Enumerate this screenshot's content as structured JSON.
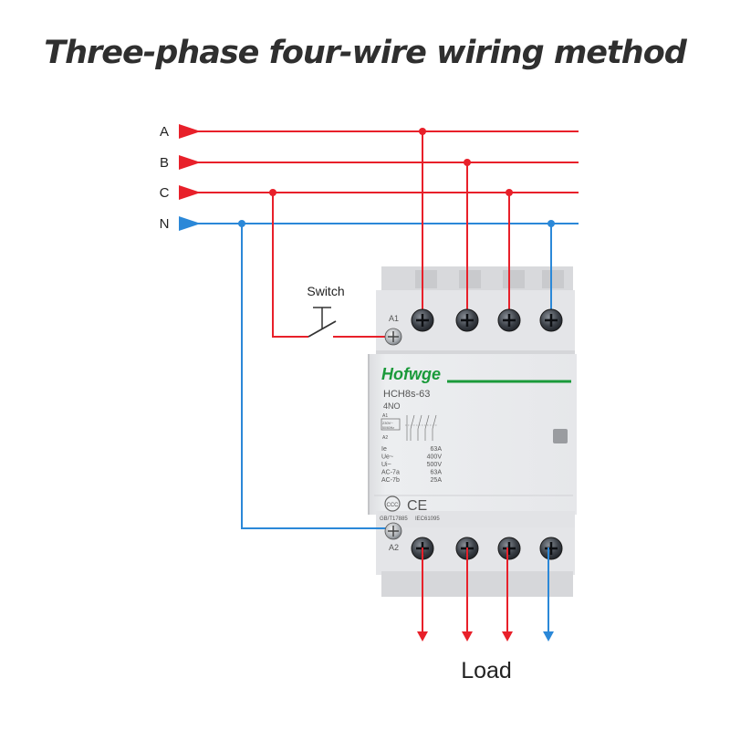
{
  "title": "Three-phase four-wire wiring method",
  "phases": [
    {
      "label": "A",
      "color": "#e8202a"
    },
    {
      "label": "B",
      "color": "#e8202a"
    },
    {
      "label": "C",
      "color": "#e8202a"
    },
    {
      "label": "N",
      "color": "#2b88d8"
    }
  ],
  "switch_label": "Switch",
  "load_label": "Load",
  "device": {
    "brand": "Hofwge",
    "model": "HCH8s-63",
    "contacts": "4NO",
    "terminal_a1": "A1",
    "terminal_a2": "A2",
    "coil_top": "A1",
    "coil_voltage": "230V~",
    "coil_freq": "50/60Hz",
    "coil_bottom": "A2",
    "ratings": [
      {
        "name": "Ie",
        "value": "63A"
      },
      {
        "name": "Ue~",
        "value": "400V"
      },
      {
        "name": "Ui~",
        "value": "500V"
      },
      {
        "name": "AC-7a",
        "value": "63A"
      },
      {
        "name": "AC-7b",
        "value": "25A"
      }
    ],
    "cert_mark": "CCC",
    "ce_mark": "CE",
    "standard_left": "GB/T17885",
    "standard_right": "IEC61095",
    "brand_color": "#1a9a3a"
  },
  "colors": {
    "phase": "#e8202a",
    "neutral": "#2b88d8",
    "title": "#2f2f2f"
  }
}
